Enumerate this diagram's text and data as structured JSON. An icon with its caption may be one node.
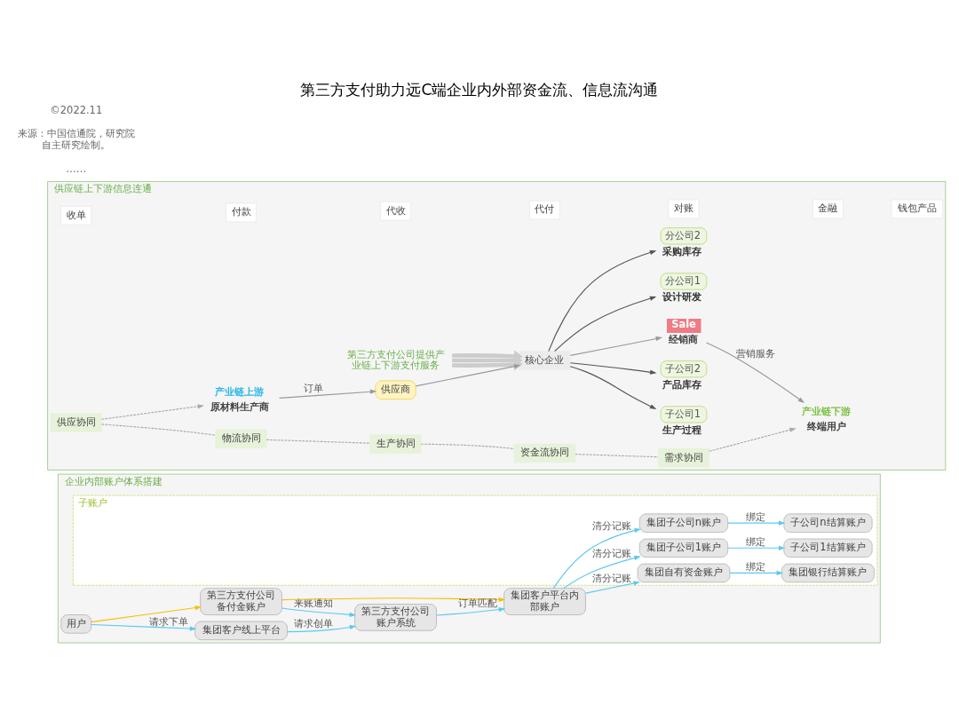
{
  "diagram": {
    "title": "第三方支付助力远C端企业内外部资金流、信息流沟通",
    "nodes": [
      {
        "text": [
          "企业内部账户体系搭建"
        ]
      },
      {
        "text": [
          "用户"
        ],
        "in": 0
      },
      {
        "text": [
          "集团客户线上平台"
        ],
        "in": 0
      },
      {
        "text": [
          "第三方支付公司备付金账户"
        ],
        "in": 0
      },
      {
        "text": [
          "第三方支付公司账户系统"
        ],
        "in": 0
      },
      {
        "text": [
          "集团客户平台内部账户"
        ],
        "in": 0
      },
      {
        "text": [
          "子账户"
        ],
        "in": 0
      },
      {
        "text": [
          "集团自有资金账户"
        ],
        "in": 6
      },
      {
        "text": [
          "集团银行结算账户"
        ],
        "in": 6
      },
      {
        "text": [
          "集团子公司1账户"
        ],
        "in": 6
      },
      {
        "text": [
          "子公司1结算账户"
        ],
        "in": 6
      },
      {
        "text": [
          "集团子公司n账户"
        ],
        "in": 6
      },
      {
        "text": [
          "子公司n结算账户"
        ],
        "in": 6
      },
      {
        "text": [
          "供应链上下游信息连通"
        ]
      },
      {
        "text": [
          "收单"
        ],
        "in": 13
      },
      {
        "text": [
          "付款"
        ],
        "in": 13
      },
      {
        "text": [
          "代收"
        ],
        "in": 13
      },
      {
        "text": [
          "代付"
        ],
        "in": 13
      },
      {
        "text": [
          "对账"
        ],
        "in": 13
      },
      {
        "text": [
          "金融"
        ],
        "in": 13
      },
      {
        "text": [
          "钱包产品"
        ],
        "in": 13
      },
      {
        "text": [
          "第三方支付公司提供产业链上下游支付服务"
        ],
        "in": 13
      },
      {
        "text": [
          "核心企业"
        ],
        "in": 13
      },
      {
        "text": [
          "产业链上游",
          "原材料生产商"
        ],
        "in": 13
      },
      {
        "text": [
          "供应商"
        ],
        "in": 13
      },
      {
        "text": [
          "分公司1"
        ],
        "beside": [
          "设计研发"
        ],
        "in": 13
      },
      {
        "text": [
          "分公司2"
        ],
        "beside": [
          "采购库存"
        ],
        "in": 13
      },
      {
        "text": [
          "子公司1"
        ],
        "beside": [
          "生产过程"
        ],
        "in": 13
      },
      {
        "text": [
          "子公司2"
        ],
        "beside": [
          "产品库存"
        ],
        "in": 13
      },
      {
        "text": [
          "Sale",
          "经销商"
        ],
        "in": 13
      },
      {
        "text": [
          "产业链下游",
          "终端用户"
        ],
        "in": 13
      },
      {
        "text": [
          "供应协同"
        ],
        "in": 13
      },
      {
        "text": [
          "物流协同"
        ],
        "in": 13
      },
      {
        "text": [
          "生产协同"
        ],
        "in": 13
      },
      {
        "text": [
          "资金流协同"
        ],
        "in": 13
      },
      {
        "text": [
          "需求协同"
        ],
        "in": 13
      }
    ],
    "edges": [
      {
        "from": 1,
        "to": 2,
        "arrow": "to",
        "label": "请求下单",
        "color": "#5bc8f0"
      },
      {
        "from": 1,
        "to": 3,
        "arrow": "to",
        "color": "#f5c000"
      },
      {
        "from": 2,
        "to": 4,
        "arrow": "to",
        "label": "请求创单",
        "color": "#5bc8f0"
      },
      {
        "from": 3,
        "to": 4,
        "arrow": "to",
        "label": "来账通知",
        "color": "#5bc8f0"
      },
      {
        "from": 4,
        "to": 5,
        "arrow": "to",
        "label": "订单匹配",
        "color": "#5bc8f0"
      },
      {
        "from": 3,
        "to": 5,
        "arrow": "to",
        "color": "#f5c000"
      },
      {
        "from": 5,
        "to": 7,
        "arrow": "to",
        "label": "清分记账",
        "color": "#5bc8f0"
      },
      {
        "from": 5,
        "to": 9,
        "arrow": "to",
        "label": "清分记账",
        "color": "#5bc8f0"
      },
      {
        "from": 5,
        "to": 11,
        "arrow": "to",
        "label": "清分记账",
        "color": "#5bc8f0"
      },
      {
        "from": 7,
        "to": 8,
        "arrow": "to",
        "label": "绑定",
        "color": "#5bc8f0"
      },
      {
        "from": 9,
        "to": 10,
        "arrow": "to",
        "label": "绑定",
        "color": "#5bc8f0"
      },
      {
        "from": 11,
        "to": 12,
        "arrow": "to",
        "label": "绑定",
        "color": "#5bc8f0"
      },
      {
        "from": 21,
        "to": 22,
        "arrow": "to",
        "style": "thick",
        "color": "#cccccc"
      },
      {
        "from": 21,
        "to": 22,
        "arrow": "to",
        "style": "thick",
        "color": "#cccccc"
      },
      {
        "from": 21,
        "to": 22,
        "arrow": "to",
        "style": "thick",
        "color": "#cccccc"
      },
      {
        "from": 23,
        "to": 24,
        "arrow": "to",
        "label": "订单"
      },
      {
        "from": 24,
        "to": 22,
        "arrow": "to"
      },
      {
        "from": 22,
        "to": 25,
        "arrow": "to",
        "color": "#555555"
      },
      {
        "from": 22,
        "to": 26,
        "arrow": "to",
        "color": "#555555"
      },
      {
        "from": 22,
        "to": 27,
        "arrow": "to",
        "color": "#555555"
      },
      {
        "from": 22,
        "to": 28,
        "arrow": "to",
        "color": "#555555"
      },
      {
        "from": 22,
        "to": 29,
        "arrow": "to"
      },
      {
        "from": 29,
        "to": 30,
        "arrow": "to",
        "label": "营销服务"
      },
      {
        "from": 31,
        "to": 23,
        "arrow": "to",
        "style": "dashed",
        "color": "#aaaaaa"
      },
      {
        "from": 31,
        "to": 32,
        "arrow": "none",
        "style": "dashed",
        "color": "#aaaaaa"
      },
      {
        "from": 32,
        "to": 33,
        "arrow": "none",
        "style": "dashed",
        "color": "#aaaaaa"
      },
      {
        "from": 33,
        "to": 34,
        "arrow": "none",
        "style": "dashed",
        "color": "#aaaaaa"
      },
      {
        "from": 34,
        "to": 35,
        "arrow": "none",
        "style": "dashed",
        "color": "#aaaaaa"
      },
      {
        "from": 35,
        "to": 30,
        "arrow": "to",
        "style": "dashed",
        "color": "#aaaaaa"
      }
    ],
    "labels": [
      "……",
      "来源：中国信通院，研究院自主研究绘制。",
      "©2022.11"
    ]
  }
}
